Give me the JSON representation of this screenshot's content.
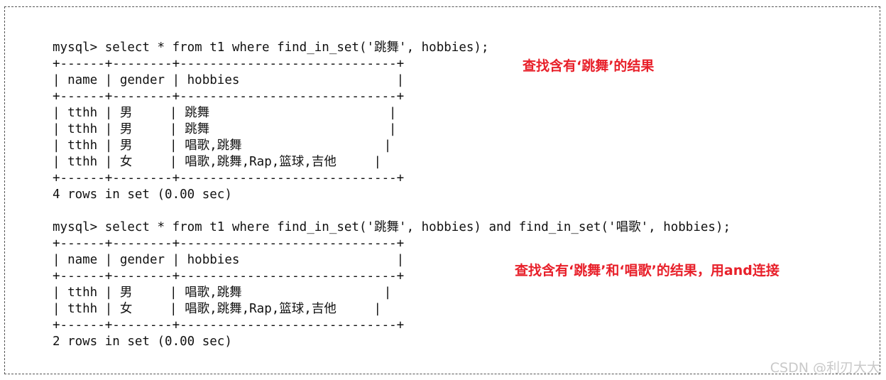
{
  "query1": {
    "prompt": "mysql> select * from t1 where find_in_set('跳舞', hobbies);",
    "border": "+------+--------+-----------------------------+",
    "header": "| name | gender | hobbies                     |",
    "rows": [
      "| tthh | 男     | 跳舞                        |",
      "| tthh | 男     | 跳舞                        |",
      "| tthh | 男     | 唱歌,跳舞                   |",
      "| tthh | 女     | 唱歌,跳舞,Rap,篮球,吉他     |"
    ],
    "summary": "4 rows in set (0.00 sec)"
  },
  "query2": {
    "prompt": "mysql> select * from t1 where find_in_set('跳舞', hobbies) and find_in_set('唱歌', hobbies);",
    "border": "+------+--------+-----------------------------+",
    "header": "| name | gender | hobbies                     |",
    "rows": [
      "| tthh | 男     | 唱歌,跳舞                   |",
      "| tthh | 女     | 唱歌,跳舞,Rap,篮球,吉他     |"
    ],
    "summary": "2 rows in set (0.00 sec)"
  },
  "annotations": {
    "note1": "查找含有‘跳舞’的结果",
    "note2": "查找含有‘跳舞’和‘唱歌’的结果，用and连接"
  },
  "watermark": "CSDN @利刃大大",
  "colors": {
    "annotation": "#e8202a",
    "text": "#111111",
    "frame_border": "#555555",
    "watermark": "#c9c9c9"
  }
}
